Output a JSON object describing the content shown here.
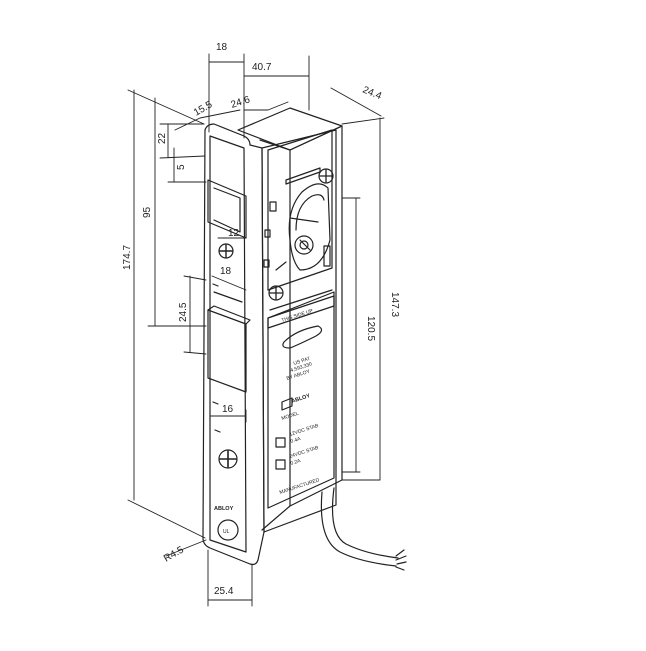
{
  "dimensions": {
    "d18_top": "18",
    "d40_7": "40.7",
    "d24_4": "24.4",
    "d24_6": "24.6",
    "d15_5": "15.5",
    "d22": "22",
    "d5": "5",
    "d95": "95",
    "d174_7": "174.7",
    "d12": "12",
    "d18_mid": "18",
    "d24_5": "24.5",
    "d16": "16",
    "d147_3": "147.3",
    "d120_5": "120.5",
    "d25_4": "25.4",
    "r4_5": "R4.5"
  },
  "labels": {
    "this_side_up": "THIS SIDE UP",
    "patent_1": "US PAT",
    "patent_2": "4,593,330",
    "patent_3": "BY ABLOY",
    "brand_box": "ABLOY",
    "model": "MODEL",
    "opt_12v": "12VDC STAB",
    "opt_12v_amp": "0.4A",
    "opt_24v": "24VDC STAB",
    "opt_24v_amp": "0.2A",
    "manufactured": "MANUFACTURED",
    "faceplate_brand": "ABLOY",
    "ul_mark": "UL"
  },
  "colors": {
    "line": "#222222",
    "background": "#ffffff"
  }
}
